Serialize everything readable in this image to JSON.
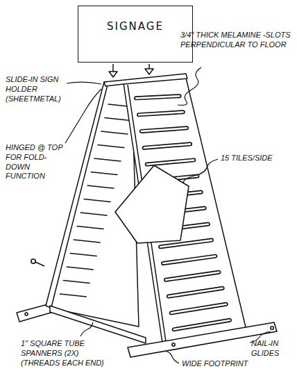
{
  "diagram": {
    "nodes": [
      {
        "text": [
          "SIGNAGE"
        ]
      }
    ],
    "labels": [
      "SLIDE-IN SIGN HOLDER (SHEETMETAL)",
      "HINGED @ TOP FOR FOLD-DOWN FUNCTION",
      "3/4\" THICK MELAMINE -SLOTS PERPENDICULAR TO FLOOR",
      "15 TILES/SIDE",
      "1\" SQUARE TUBE SPANNERS (2X) (THREADS EACH END)",
      "NAIL-IN GLIDES",
      "WIDE FOOTPRINT"
    ]
  }
}
